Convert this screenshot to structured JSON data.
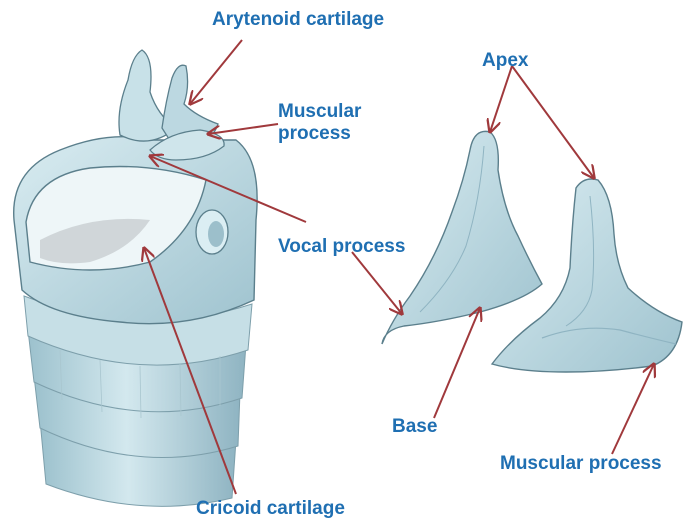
{
  "diagram": {
    "labels": {
      "arytenoid_cartilage": "Arytenoid cartilage",
      "apex": "Apex",
      "muscular_process_left": "Muscular\nprocess",
      "vocal_process": "Vocal process",
      "base": "Base",
      "muscular_process_right": "Muscular process",
      "cricoid_cartilage": "Cricoid cartilage"
    },
    "colors": {
      "label_text": "#1f6fb2",
      "arrow": "#a0393c",
      "cartilage_fill": "#b9d7e1",
      "cartilage_shadow": "#8fb4c2",
      "cartilage_outline": "#5b7f8c",
      "background": "#ffffff"
    }
  }
}
